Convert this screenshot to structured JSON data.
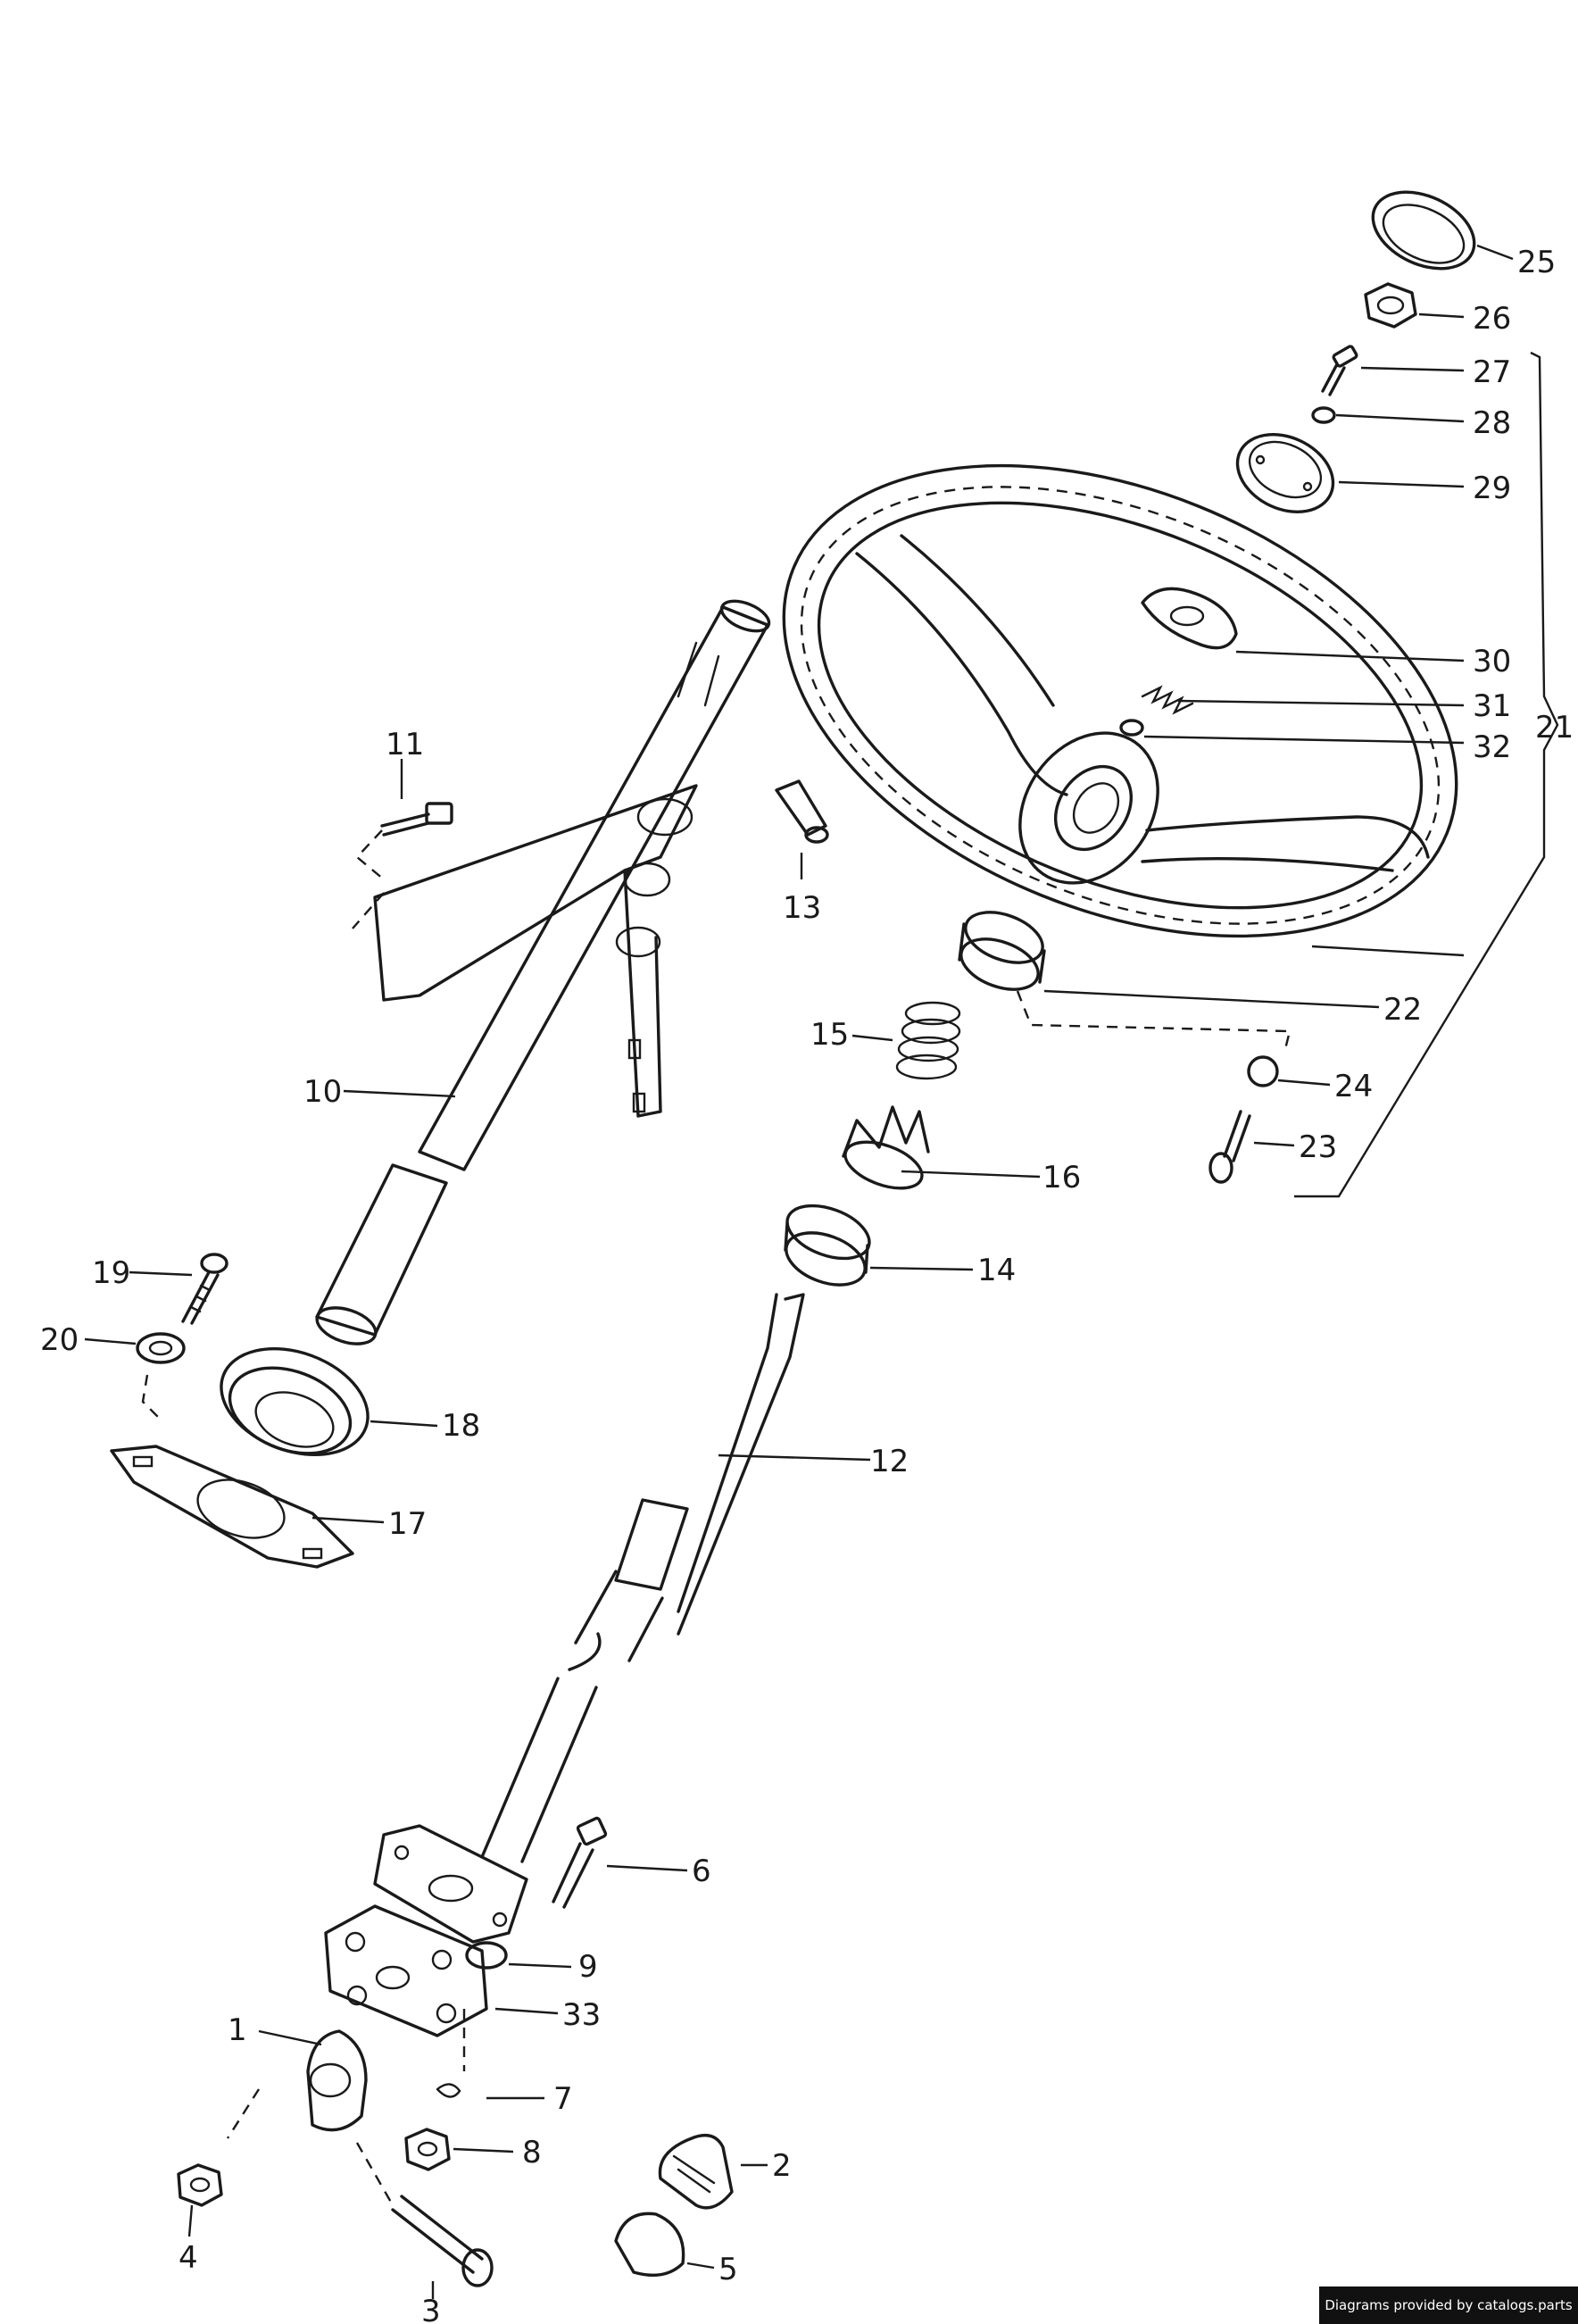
{
  "labels": {
    "p1": "1",
    "p2": "2",
    "p3": "3",
    "p4": "4",
    "p5": "5",
    "p6": "6",
    "p7": "7",
    "p8": "8",
    "p9": "9",
    "p10": "10",
    "p11": "11",
    "p12": "12",
    "p13": "13",
    "p14": "14",
    "p15": "15",
    "p16": "16",
    "p17": "17",
    "p18": "18",
    "p19": "19",
    "p20": "20",
    "p21": "21",
    "p22": "22",
    "p23": "23",
    "p24": "24",
    "p25": "25",
    "p26": "26",
    "p27": "27",
    "p28": "28",
    "p29": "29",
    "p30": "30",
    "p31": "31",
    "p32": "32",
    "p33": "33"
  },
  "credit": "Diagrams provided by catalogs.parts",
  "colors": {
    "ink": "#1a1a1a",
    "background": "#ffffff",
    "credit_bg": "#111111"
  }
}
